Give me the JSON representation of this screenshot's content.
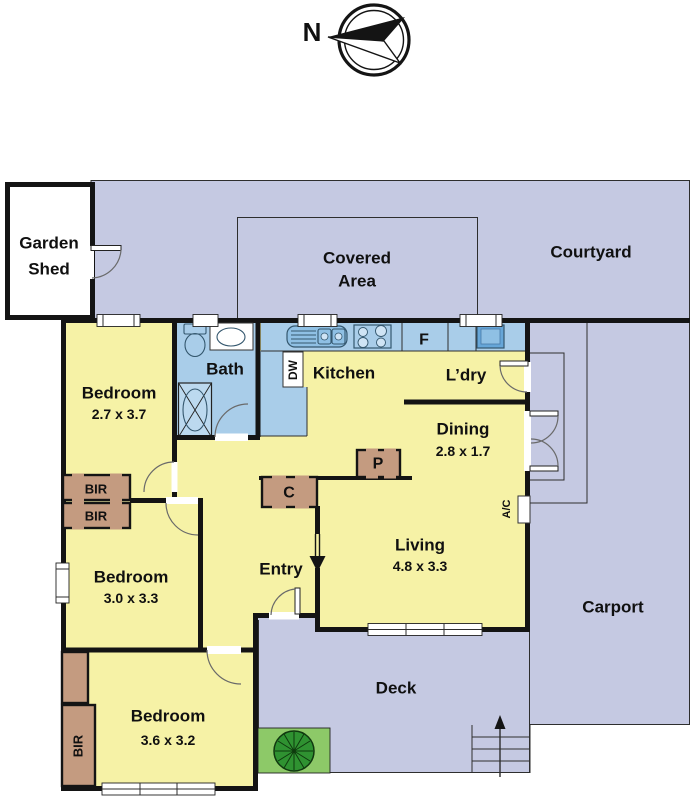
{
  "colors": {
    "room": "#f6f2a6",
    "outdoor": "#c5c9e2",
    "wet": "#a9cde9",
    "fixture": "#8fc0e4",
    "fixture_dark": "#66a6d8",
    "robe": "#c49b80",
    "grass": "#8dc968",
    "tree": "#2f9231",
    "wall": "#141414"
  },
  "compass": {
    "north": "N"
  },
  "outdoor": {
    "courtyard": "Courtyard",
    "covered_area": {
      "line1": "Covered",
      "line2": "Area"
    },
    "carport": "Carport",
    "deck": "Deck"
  },
  "garden_shed": {
    "line1": "Garden",
    "line2": "Shed"
  },
  "rooms": {
    "bedroom1": {
      "name": "Bedroom",
      "dims": "2.7 x 3.7"
    },
    "bedroom2": {
      "name": "Bedroom",
      "dims": "3.0 x 3.3"
    },
    "bedroom3": {
      "name": "Bedroom",
      "dims": "3.6 x 3.2"
    },
    "bath": {
      "name": "Bath"
    },
    "kitchen": {
      "name": "Kitchen"
    },
    "laundry": {
      "name": "L’dry"
    },
    "dining": {
      "name": "Dining",
      "dims": "2.8 x 1.7"
    },
    "living": {
      "name": "Living",
      "dims": "4.8 x 3.3"
    },
    "entry": {
      "name": "Entry"
    }
  },
  "fixtures": {
    "dishwasher": "DW",
    "fridge": "F",
    "air_conditioner": "A/C",
    "cupboard": "C",
    "pantry": "P",
    "robe_bedroom1": "BIR",
    "robe_bedroom2": "BIR",
    "robe_bedroom3": "BIR"
  }
}
